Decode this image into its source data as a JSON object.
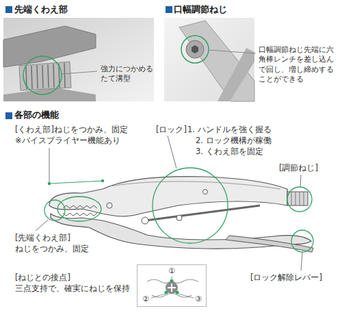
{
  "diagram": {
    "nodes": [
      {
        "text": [
          "先端くわえ部",
          "強力につかめる たて溝型"
        ]
      },
      {
        "text": [
          "口幅調節ねじ"
        ]
      },
      {
        "text": [
          "①",
          "②",
          "③"
        ]
      }
    ],
    "labels": [
      "各部の機能",
      "口幅調節ねじ先端に六角棒レンチを差し込んで回し、増し締めすることができる",
      "[くわえ部]ねじをつかみ、固定",
      "※バイスプライヤー機能あり",
      "[ロック]",
      "1. ハンドルを強く握る",
      "2. ロック機構が稼働",
      "3. くわえ部を固定",
      "[調節ねじ]",
      "[先端くわえ部]",
      "ねじをつかみ、固定",
      "[ロック解除レバー]",
      "[ねじとの接点]",
      "三点支持で、確実にねじを保持"
    ]
  }
}
